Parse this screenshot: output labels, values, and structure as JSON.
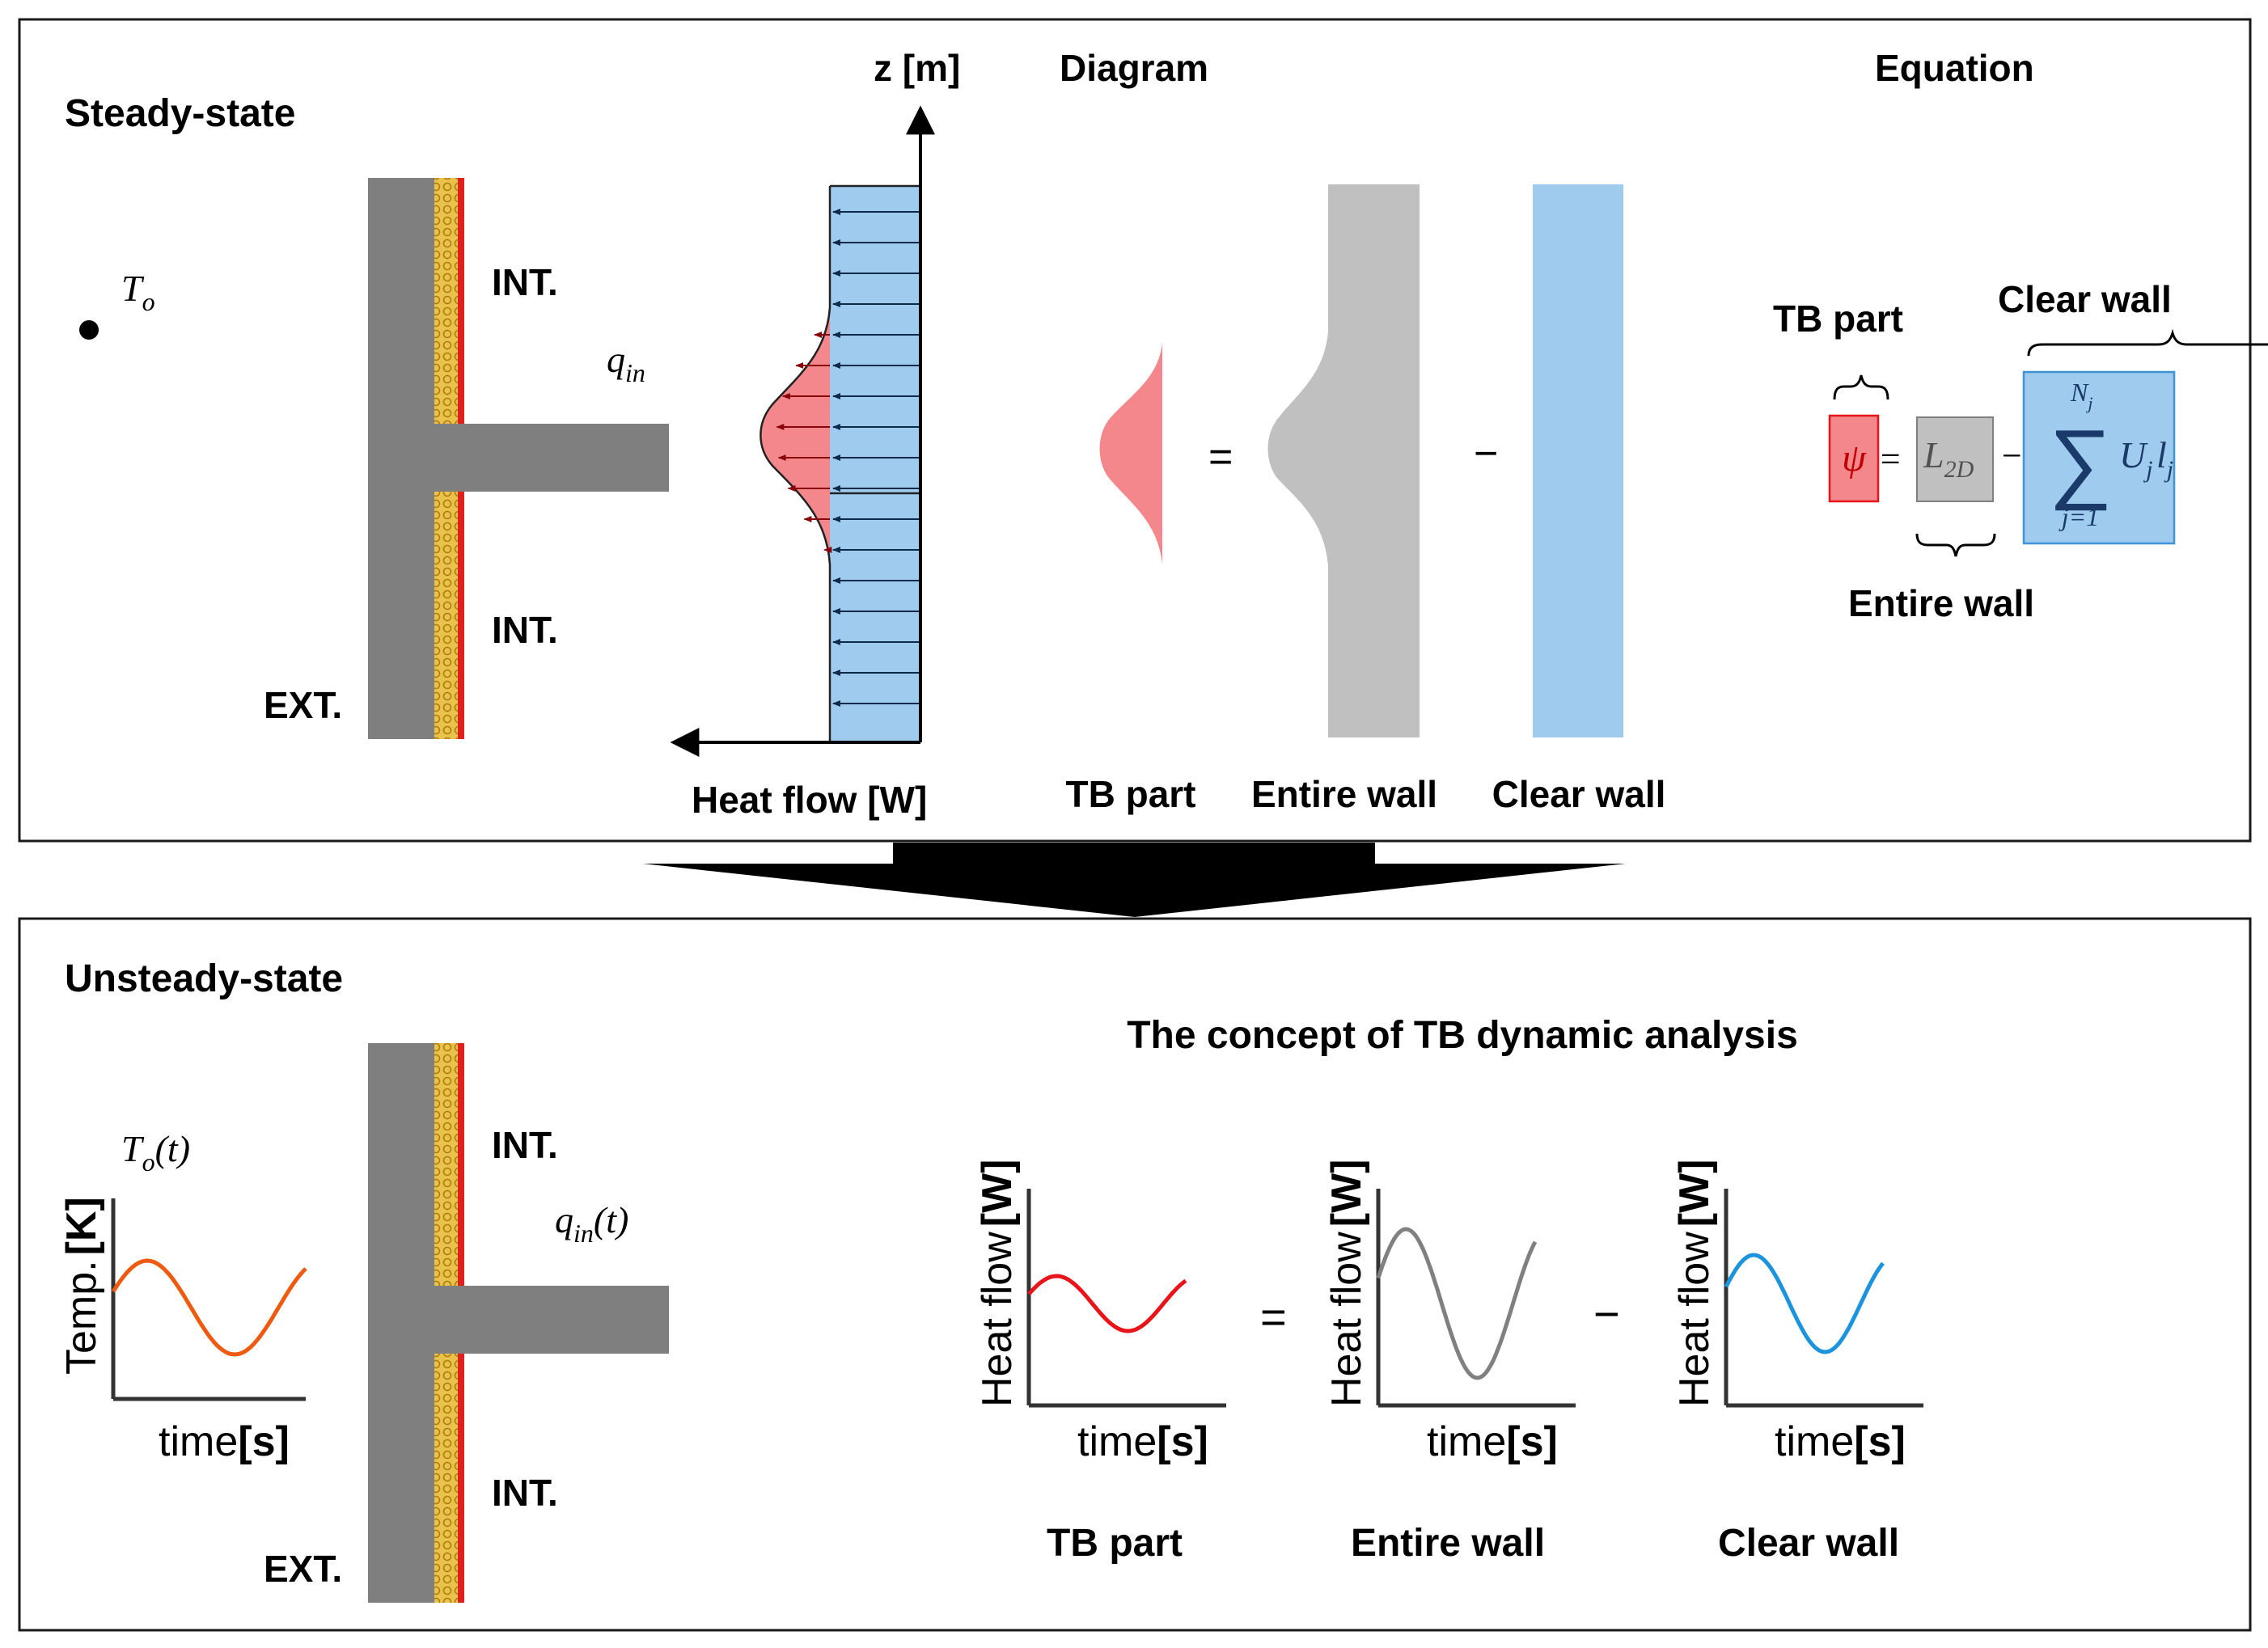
{
  "colors": {
    "frame": "#1a1a1a",
    "wall_grey": "#7f7f7f",
    "insulation": "#e8c24a",
    "red_layer": "#e0201c",
    "tb_fill": "#f4878b",
    "tb_stroke": "#c0000a",
    "entire_grey": "#c0c0c0",
    "clear_blue": "#9ecbee",
    "blue_stroke": "#1f78c8",
    "curve_orange": "#ee5a10",
    "curve_red": "#e8141a",
    "curve_grey": "#808080",
    "curve_blue": "#1b93dd"
  },
  "steady": {
    "title": "Steady-state",
    "To": "T",
    "To_sub": "o",
    "int_top": "INT.",
    "int_bottom": "INT.",
    "ext": "EXT.",
    "q_in": "q",
    "q_in_sub": "in",
    "z_axis": "z [m]",
    "heat_flow_axis": "Heat flow [W]",
    "diagram_header": "Diagram",
    "equation_header": "Equation",
    "diagram_labels": {
      "tb": "TB part",
      "entire": "Entire wall",
      "clear": "Clear wall"
    },
    "eq_ops": {
      "equals": "=",
      "minus": "−"
    },
    "equation": {
      "tb_label": "TB part",
      "clear_label": "Clear wall",
      "entire_label": "Entire wall",
      "psi": "ψ",
      "eq": "=",
      "minus": "−",
      "L": "L",
      "L_sub": "2D",
      "sigma": "∑",
      "sum_top": "N",
      "sum_top_sub": "j",
      "sum_bottom": "j=1",
      "U": "U",
      "U_sub": "j",
      "l": "l",
      "l_sub": "j"
    }
  },
  "unsteady": {
    "title": "Unsteady-state",
    "int_top": "INT.",
    "int_bottom": "INT.",
    "ext": "EXT.",
    "To_t": "T",
    "To_t_sub": "o",
    "To_t_arg": "(t)",
    "q_in_t": "q",
    "q_in_t_sub": "in",
    "q_in_t_arg": "(t)",
    "temp_ylabel": "Temp.",
    "temp_yunit": "[K]",
    "time_label": "time",
    "time_unit": "[s]",
    "concept_title": "The concept of TB dynamic analysis",
    "hf_ylabel": "Heat flow",
    "hf_yunit": "[W]",
    "ops": {
      "equals": "=",
      "minus": "−"
    },
    "panel_labels": {
      "tb": "TB part",
      "entire": "Entire wall",
      "clear": "Clear wall"
    }
  }
}
